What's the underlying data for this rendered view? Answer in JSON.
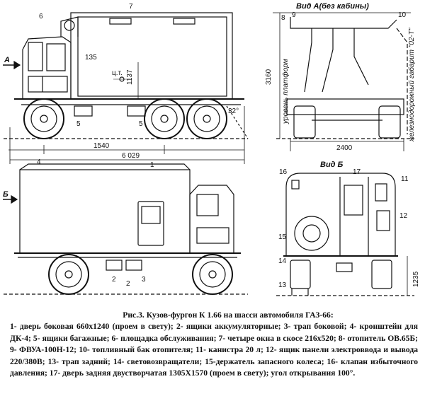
{
  "views": {
    "view_a_title": "Вид А(без кабины)",
    "view_b_title": "Вид Б",
    "arrow_a": "А",
    "arrow_b": "Б"
  },
  "callouts_side": [
    "6",
    "7",
    "135",
    "1137",
    "ц.т.",
    "5",
    "5",
    "32°",
    "1540",
    "6 029"
  ],
  "callouts_front": [
    "8",
    "9",
    "10",
    "3160",
    "уровень платформ",
    "железнодорожный габарит \"02-Т\"",
    "2400"
  ],
  "callouts_left": [
    "4",
    "1",
    "2",
    "2",
    "3"
  ],
  "callouts_rear": [
    "16",
    "17",
    "11",
    "12",
    "15",
    "14",
    "13",
    "1235"
  ],
  "caption": {
    "title": "Рис.3. Кузов-фургон К 1.66 на шасси автомобиля ГАЗ-66:",
    "body": "1- дверь боковая 660х1240 (проем в свету); 2- ящики аккумуляторные; 3- трап боковой; 4- кронштейн для ДК-4; 5- ящики багажные; 6- площадка обслуживания; 7- четыре окна в скосе 216х520; 8- отопитель ОВ.65Б; 9- ФВУА-100Н-12; 10- топливный бак отопителя; 11- канистра 20 л; 12- ящик панели электроввода и вывода 220/380В; 13- трап задний; 14- световозвращатели; 15-держатель запасного колеса; 16- клапан избыточного давления; 17- дверь задняя двустворчатая 1305Х1570 (проем в свету); угол открывания 100°."
  }
}
